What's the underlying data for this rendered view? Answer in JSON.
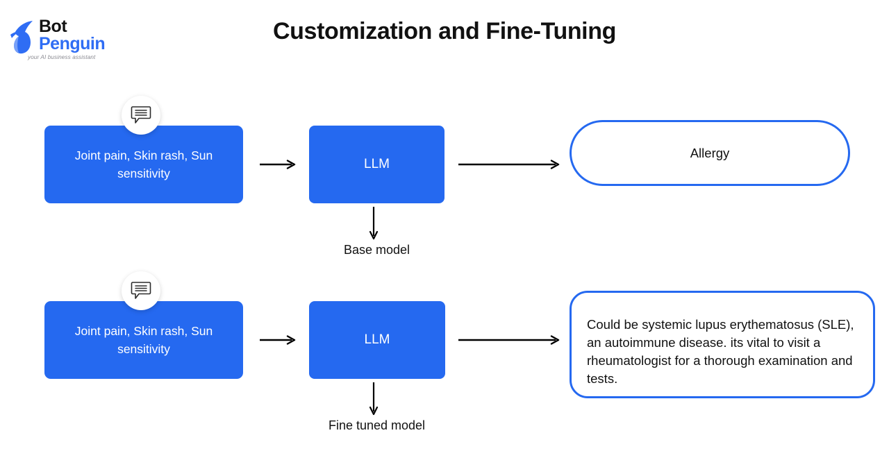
{
  "brand": {
    "name_line1": "Bot",
    "name_line2": "Penguin",
    "tagline": "your AI business assistant",
    "mark_icon": "penguin-logo-icon",
    "primary_color": "#2569f0",
    "wordmark_dark": "#141414"
  },
  "header": {
    "title": "Customization and Fine-Tuning"
  },
  "diagram": {
    "type": "flowchart",
    "rows": [
      {
        "id": "base-model-row",
        "prompt": "Joint pain, Skin rash, Sun sensitivity",
        "prompt_icon": "chat-bubble-icon",
        "model": "LLM",
        "model_label": "Base model",
        "arrow_in_icon": "arrow-right-icon",
        "arrow_out_icon": "arrow-right-icon",
        "arrow_down_icon": "arrow-down-icon",
        "answer": "Allergy",
        "answer_shape": "pill"
      },
      {
        "id": "fine-tuned-model-row",
        "prompt": "Joint pain, Skin rash, Sun sensitivity",
        "prompt_icon": "chat-bubble-icon",
        "model": "LLM",
        "model_label": "Fine tuned model",
        "arrow_in_icon": "arrow-right-icon",
        "arrow_out_icon": "arrow-right-icon",
        "arrow_down_icon": "arrow-down-icon",
        "answer": "Could be systemic lupus erythematosus (SLE), an autoimmune disease. its vital to visit a rheumatologist for a thorough examination and tests.",
        "answer_shape": "rounded-card"
      }
    ]
  }
}
